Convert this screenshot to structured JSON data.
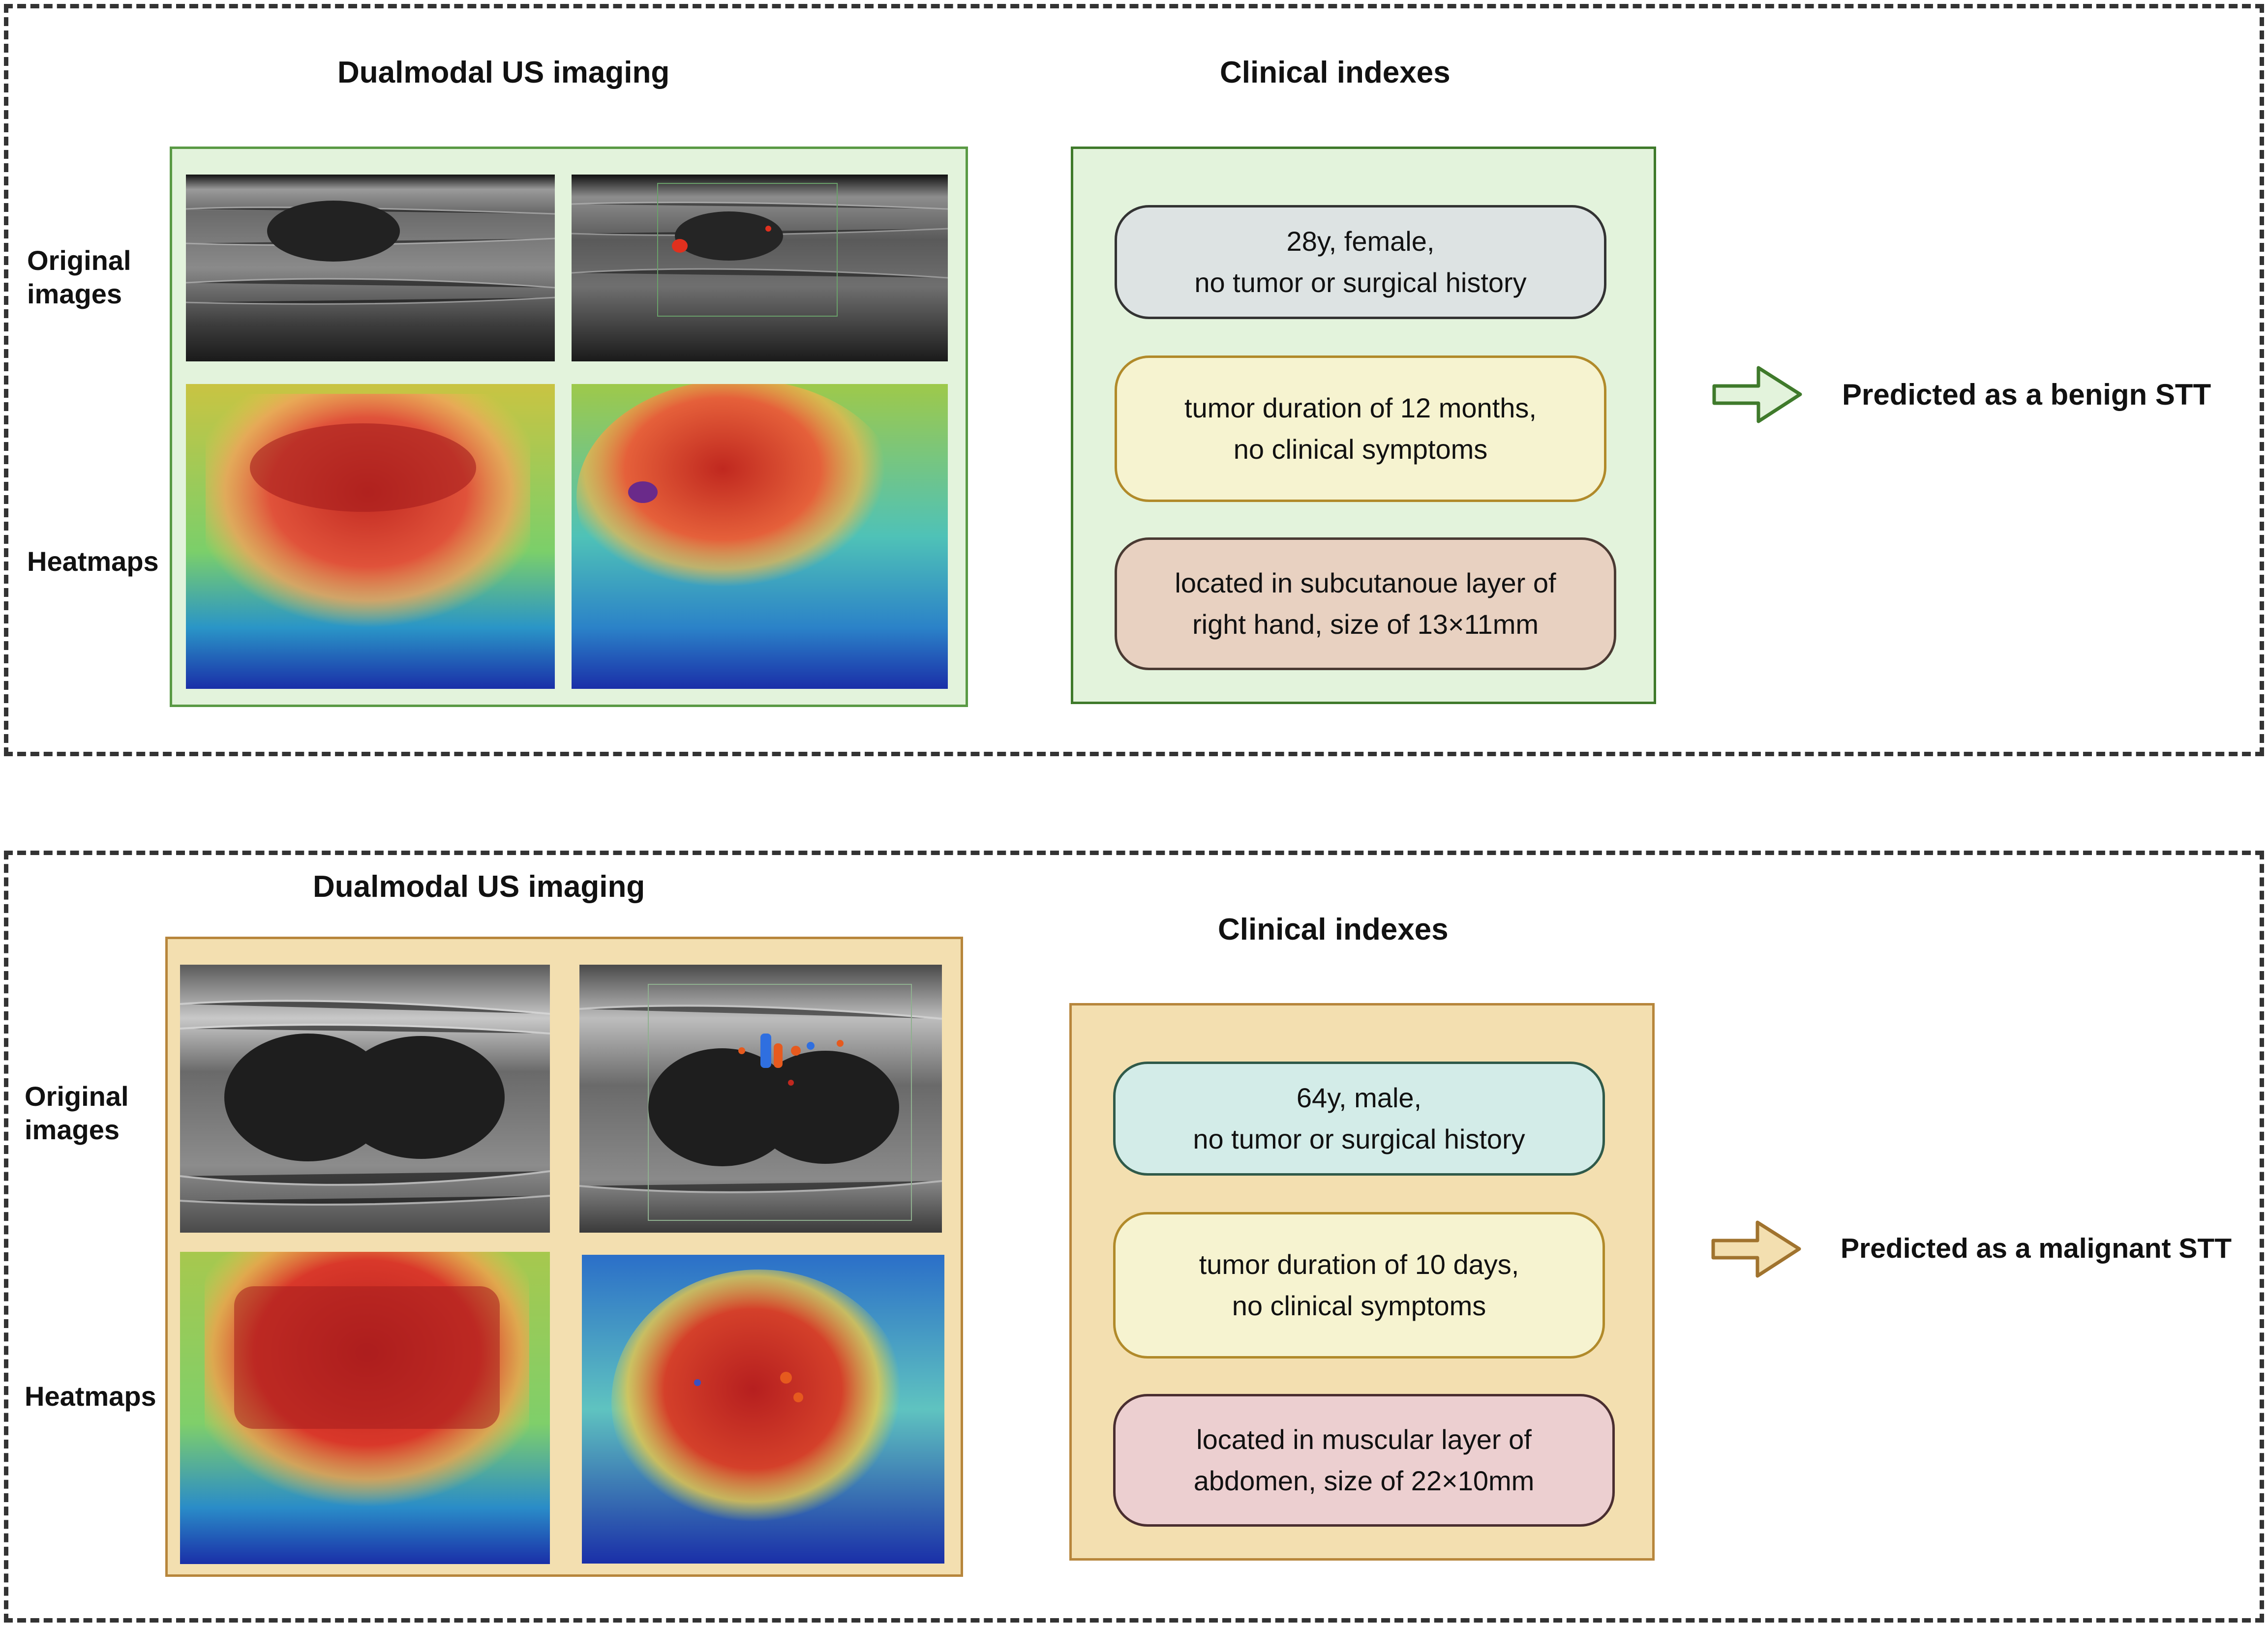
{
  "colors": {
    "benign_frame_border": "#5a9a45",
    "benign_frame_fill": "#e3f3dc",
    "malignant_frame_border": "#b7863c",
    "malignant_frame_fill": "#f3dfb0",
    "benign_arrow": "#3f7a2b",
    "malignant_arrow": "#a0732e"
  },
  "panels": [
    {
      "class": "benign",
      "imaging_title": "Dualmodal US imaging",
      "row_labels": [
        "Original\nimages",
        "Heatmaps"
      ],
      "clinical_title": "Clinical indexes",
      "clinical_items": [
        {
          "line1": "28y, female,",
          "line2": "no tumor or surgical history",
          "fill": "#dde3e3"
        },
        {
          "line1": "tumor duration of 12 months,",
          "line2": "no clinical symptoms",
          "fill": "#f6f3d0"
        },
        {
          "line1": "located in subcutanoue layer of",
          "line2": "right hand, size of 13×11mm",
          "fill": "#e8d1c1"
        }
      ],
      "arrow_icon": "right-arrow-icon",
      "prediction": "Predicted as a benign STT"
    },
    {
      "class": "malignant",
      "imaging_title": "Dualmodal US imaging",
      "row_labels": [
        "Original\nimages",
        "Heatmaps"
      ],
      "clinical_title": "Clinical indexes",
      "clinical_items": [
        {
          "line1": "64y, male,",
          "line2": "no tumor or surgical history",
          "fill": "#d3ece8"
        },
        {
          "line1": "tumor duration of 10 days,",
          "line2": "no clinical symptoms",
          "fill": "#f6f3d0"
        },
        {
          "line1": "located in muscular layer of",
          "line2": "abdomen, size of 22×10mm",
          "fill": "#eccfd0"
        }
      ],
      "arrow_icon": "right-arrow-icon",
      "prediction": "Predicted as a malignant STT"
    }
  ]
}
